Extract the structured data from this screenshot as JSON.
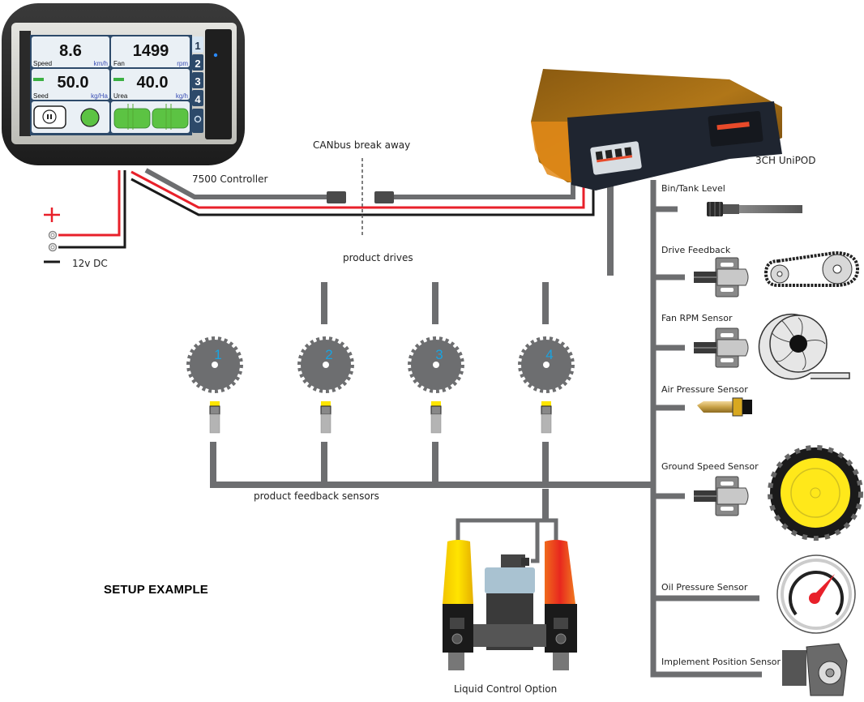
{
  "display": {
    "name": "7500 Controller",
    "cells": [
      {
        "value": "8.6",
        "label": "Speed",
        "unit": "km/h",
        "indicator": false
      },
      {
        "value": "1499",
        "label": "Fan",
        "unit": "rpm",
        "indicator": false
      },
      {
        "value": "50.0",
        "label": "Seed",
        "unit": "kg/Ha",
        "indicator": true
      },
      {
        "value": "40.0",
        "label": "Urea",
        "unit": "kg/h",
        "indicator": true
      }
    ],
    "side_tabs": [
      "1",
      "2",
      "3",
      "4"
    ],
    "pause_icon": "pause-icon",
    "status_icon": "green-status-circle",
    "tank_icons": [
      "tank-icon",
      "tank-icon"
    ],
    "settings_icon": "gear-icon"
  },
  "labels": {
    "controller": "7500 Controller",
    "canbus": "CANbus break away",
    "power": "12v DC",
    "power_plus": "+",
    "power_minus": "−",
    "unipod": "3CH UniPOD",
    "product_drives": "product drives",
    "product_feedback": "product feedback sensors",
    "liquid": "Liquid Control Option",
    "setup": "SETUP EXAMPLE"
  },
  "drives": [
    "1",
    "2",
    "3",
    "4"
  ],
  "sensors": [
    {
      "label": "Bin/Tank Level",
      "icon": "tank-level-sensor-icon"
    },
    {
      "label": "Drive Feedback",
      "icon": "chain-drive-icon"
    },
    {
      "label": "Fan RPM Sensor",
      "icon": "fan-icon"
    },
    {
      "label": "Air Pressure Sensor",
      "icon": "air-pressure-fitting-icon"
    },
    {
      "label": "Ground Speed Sensor",
      "icon": "wheel-icon"
    },
    {
      "label": "Oil Pressure Sensor",
      "icon": "gauge-icon"
    },
    {
      "label": "Implement Position Sensor",
      "icon": "position-sensor-icon"
    }
  ],
  "colors": {
    "cable_grey": "#6d6e70",
    "power_red": "#e8202a",
    "ground_black": "#1a1a1a",
    "drive_number": "#1aa3e0",
    "screen_bg": "#eaf0f5",
    "screen_green": "#5cc343",
    "unit_blue": "#3b4fb5"
  }
}
